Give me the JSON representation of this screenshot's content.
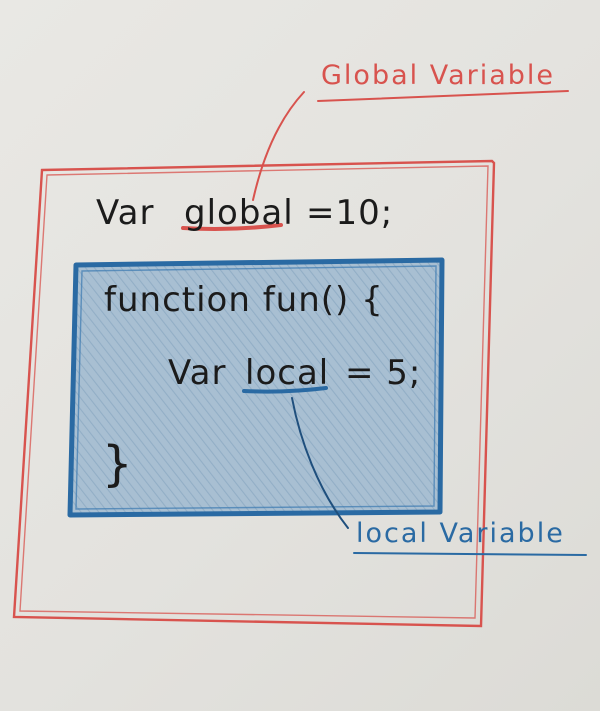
{
  "labels": {
    "global_variable": "Global Variable",
    "local_variable": "local Variable"
  },
  "code": {
    "line1_keyword": "Var",
    "line1_name": "global",
    "line1_rest": "=10;",
    "line2": "function fun() {",
    "line3_keyword": "Var",
    "line3_name": "local",
    "line3_rest": "= 5;",
    "line4": "}"
  },
  "colors": {
    "paper": "#e6e5e1",
    "red_pencil": "#d8534e",
    "blue_pencil": "#2a6aa3",
    "blue_fill": "#9fb7cb",
    "ink": "#1b1b1b"
  }
}
